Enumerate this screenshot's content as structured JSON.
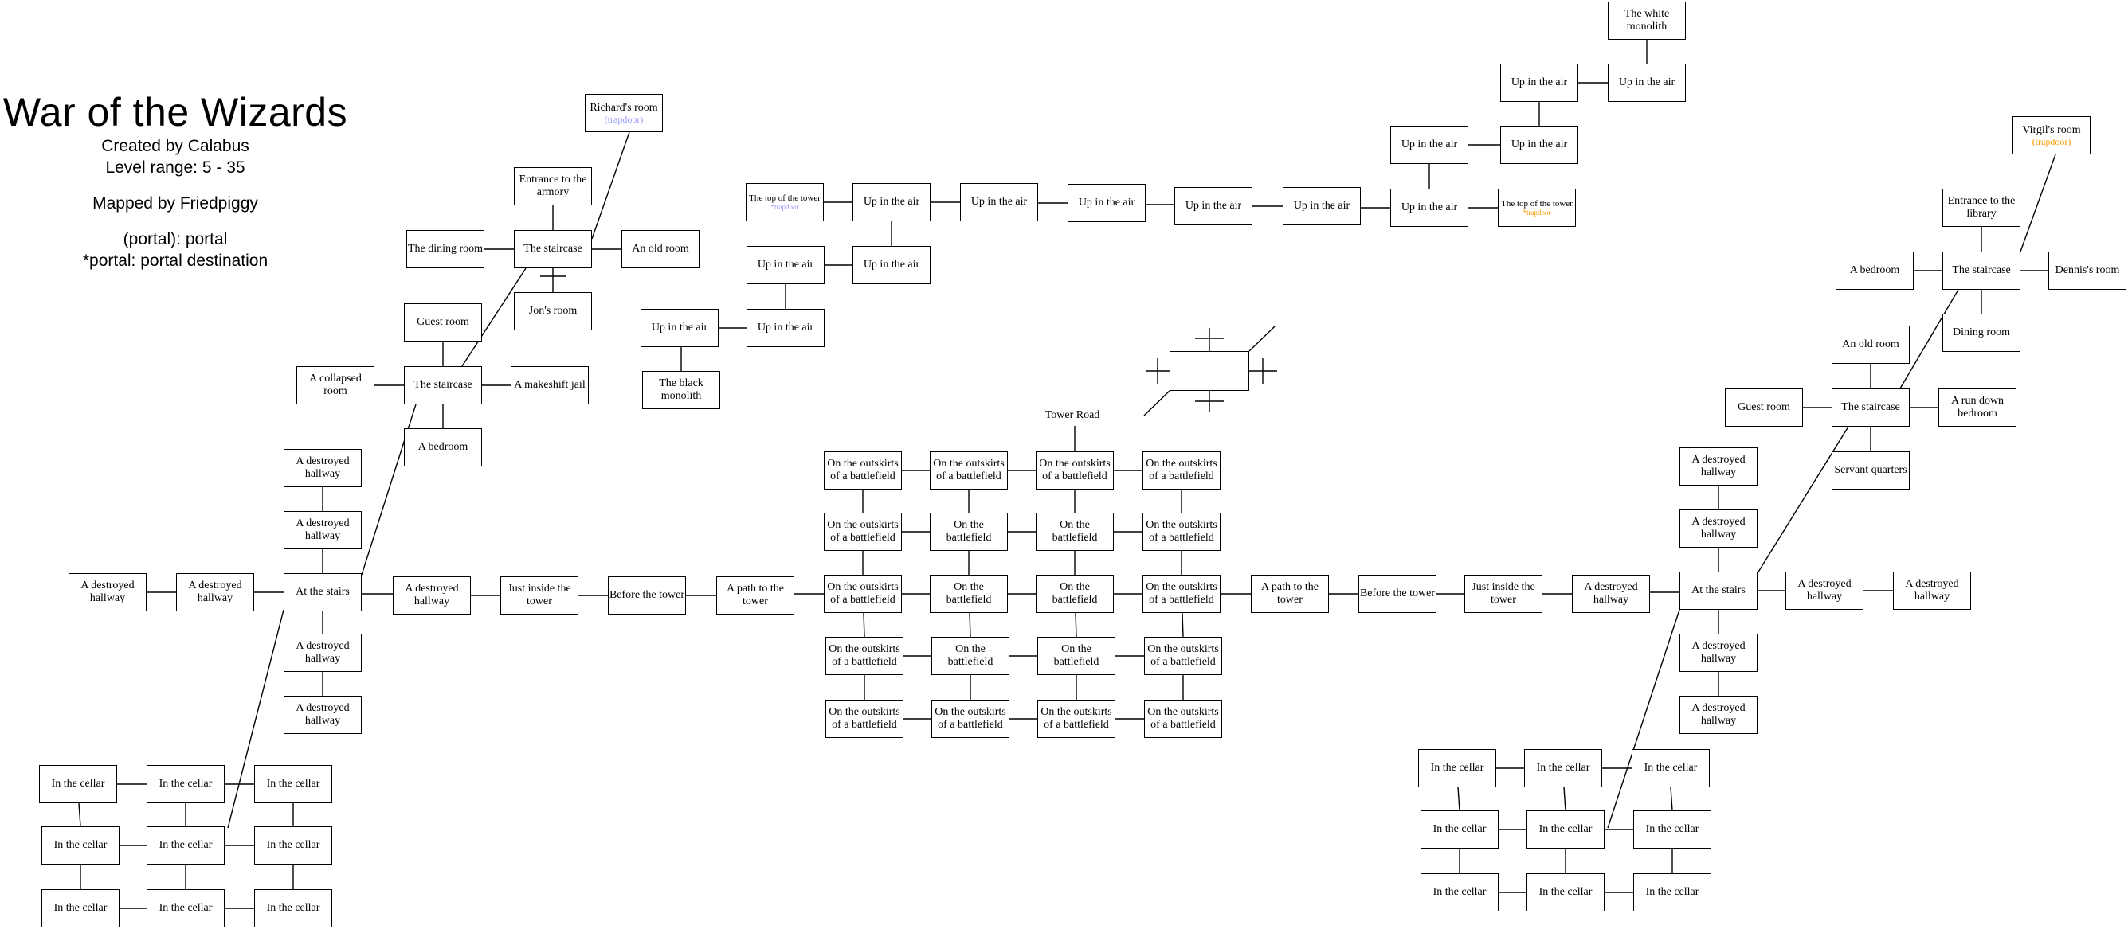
{
  "header": {
    "title": "War of the Wizards",
    "created_by": "Created by Calabus",
    "level_range": "Level range: 5 - 35",
    "mapped_by": "Mapped by Friedpiggy",
    "legend_portal": "(portal): portal",
    "legend_destination": "*portal: portal destination"
  },
  "labels": {
    "tower_road": "Tower Road"
  },
  "colors": {
    "trapdoor_blue": "#9999ff",
    "trapdoor_orange": "#ff9900"
  },
  "rooms": {
    "w_hall_a": "A destroyed hallway",
    "w_hall_b": "A destroyed hallway",
    "w_stairs": "At the stairs",
    "w_hall_n1": "A destroyed hallway",
    "w_hall_n2": "A destroyed hallway",
    "w_hall_s1": "A destroyed hallway",
    "w_hall_s2": "A destroyed hallway",
    "w_hall_e": "A destroyed hallway",
    "w_inside": "Just inside the tower",
    "w_before": "Before the tower",
    "w_path": "A path to the tower",
    "w_c11": "In the cellar",
    "w_c12": "In the cellar",
    "w_c13": "In the cellar",
    "w_c21": "In the cellar",
    "w_c22": "In the cellar",
    "w_c23": "In the cellar",
    "w_c31": "In the cellar",
    "w_c32": "In the cellar",
    "w_c33": "In the cellar",
    "w2_stairs": "The staircase",
    "w2_collapsed": "A collapsed room",
    "w2_guest": "Guest room",
    "w2_jail": "A makeshift jail",
    "w2_bedroom": "A bedroom",
    "w3_stairs": "The staircase",
    "w3_dining": "The dining room",
    "w3_armory": "Entrance to the armory",
    "w3_old": "An old room",
    "w3_jon": "Jon's room",
    "w3_richard": "Richard's room",
    "w3_richard_sub": "(trapdoor)",
    "bf_r1c1": "On the outskirts of a battlefield",
    "bf_r1c2": "On the outskirts of a battlefield",
    "bf_r1c3": "On the outskirts of a battlefield",
    "bf_r1c4": "On the outskirts of a battlefield",
    "bf_r2c1": "On the outskirts of a battlefield",
    "bf_r2c2": "On the battlefield",
    "bf_r2c3": "On the battlefield",
    "bf_r2c4": "On the outskirts of a battlefield",
    "bf_r3c1": "On the outskirts of a battlefield",
    "bf_r3c2": "On the battlefield",
    "bf_r3c3": "On the battlefield",
    "bf_r3c4": "On the outskirts of a battlefield",
    "bf_r4c1": "On the outskirts of a battlefield",
    "bf_r4c2": "On the battlefield",
    "bf_r4c3": "On the battlefield",
    "bf_r4c4": "On the outskirts of a battlefield",
    "bf_r5c1": "On the outskirts of a battlefield",
    "bf_r5c2": "On the outskirts of a battlefield",
    "bf_r5c3": "On the outskirts of a battlefield",
    "bf_r5c4": "On the outskirts of a battlefield",
    "air_top_w": "The top of the tower",
    "air_top_w_sub": "*trapdoor",
    "air_1": "Up in the air",
    "air_2": "Up in the air",
    "air_3": "Up in the air",
    "air_4": "Up in the air",
    "air_5": "Up in the air",
    "air_6": "Up in the air",
    "air_7": "Up in the air",
    "air_8": "Up in the air",
    "air_9": "Up in the air",
    "air_10": "Up in the air",
    "air_11": "Up in the air",
    "air_12": "Up in the air",
    "air_13": "Up in the air",
    "air_black": "The black monolith",
    "air_top_e": "The top of the tower",
    "air_top_e_sub": "*trapdoor",
    "air_white": "The white monolith",
    "e_path": "A path to the tower",
    "e_before": "Before the tower",
    "e_inside": "Just inside the tower",
    "e_hall_w": "A destroyed hallway",
    "e_stairs": "At the stairs",
    "e_hall_n1": "A destroyed hallway",
    "e_hall_n2": "A destroyed hallway",
    "e_hall_s1": "A destroyed hallway",
    "e_hall_s2": "A destroyed hallway",
    "e_hall_e1": "A destroyed hallway",
    "e_hall_e2": "A destroyed hallway",
    "e_c11": "In the cellar",
    "e_c12": "In the cellar",
    "e_c13": "In the cellar",
    "e_c21": "In the cellar",
    "e_c22": "In the cellar",
    "e_c23": "In the cellar",
    "e_c31": "In the cellar",
    "e_c32": "In the cellar",
    "e_c33": "In the cellar",
    "e2_stairs": "The staircase",
    "e2_old": "An old room",
    "e2_guest": "Guest room",
    "e2_rundown": "A run down bedroom",
    "e2_servant": "Servant quarters",
    "e3_stairs": "The staircase",
    "e3_library": "Entrance to the library",
    "e3_bedroom": "A bedroom",
    "e3_dennis": "Dennis's room",
    "e3_dining": "Dining room",
    "e3_virgil": "Virgil's room",
    "e3_virgil_sub": "(trapdoor)"
  }
}
